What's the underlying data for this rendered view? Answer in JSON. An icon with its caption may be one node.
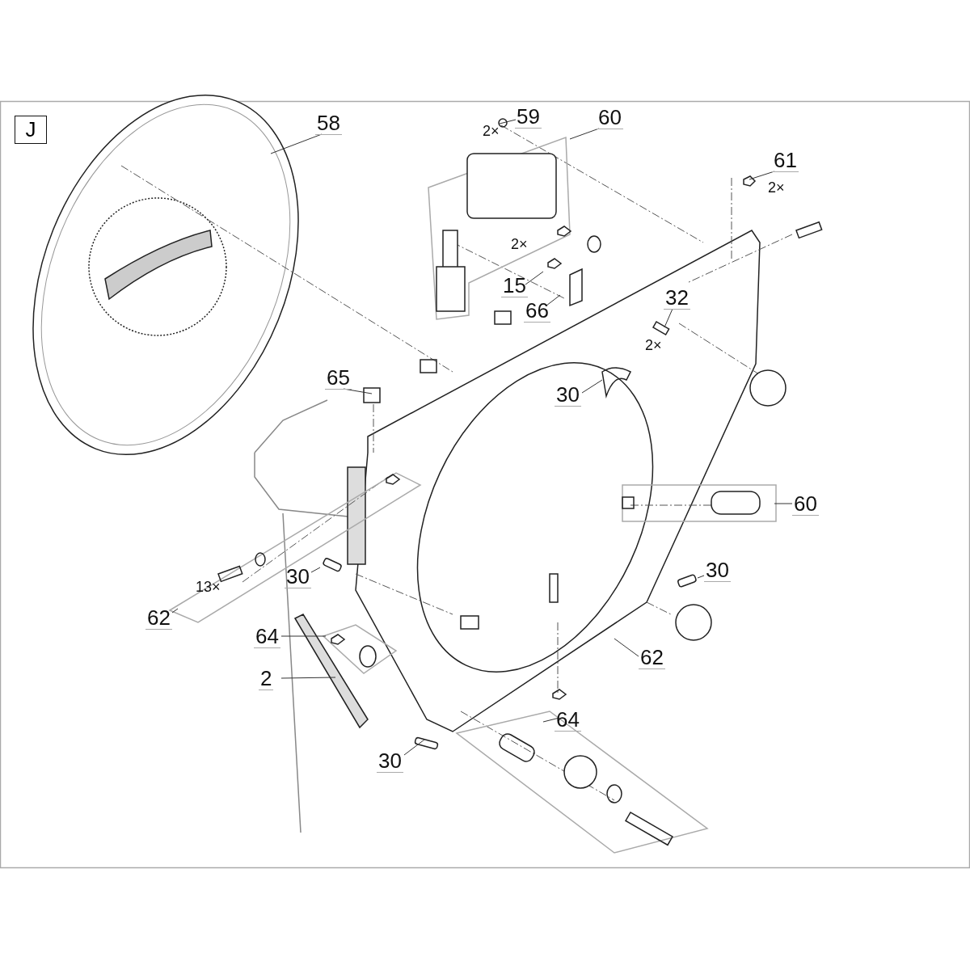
{
  "diagram": {
    "nodes": [
      {
        "text": [
          "J"
        ]
      },
      {
        "text": [
          "58"
        ]
      },
      {
        "text": [
          "59"
        ],
        "beside": [
          "2×"
        ]
      },
      {
        "text": [
          "60"
        ]
      },
      {
        "text": [
          "61"
        ],
        "beside": [
          "2×"
        ]
      },
      {
        "text": [
          "15"
        ]
      },
      {
        "text": [
          "66"
        ]
      },
      {
        "text": [
          "32"
        ],
        "beside": [
          "2×"
        ]
      },
      {
        "text": [
          "65"
        ]
      },
      {
        "text": [
          "30"
        ]
      },
      {
        "text": [
          "60"
        ]
      },
      {
        "text": [
          "30"
        ]
      },
      {
        "text": [
          "30"
        ]
      },
      {
        "text": [
          "62"
        ]
      },
      {
        "text": [
          "64"
        ]
      },
      {
        "text": [
          "2"
        ]
      },
      {
        "text": [
          "62"
        ]
      },
      {
        "text": [
          "64"
        ]
      },
      {
        "text": [
          "30"
        ]
      }
    ],
    "edges": [
      {
        "from": 1,
        "to": null,
        "arrow": "none"
      },
      {
        "from": 2,
        "to": null,
        "arrow": "none"
      },
      {
        "from": 3,
        "to": null,
        "arrow": "none"
      },
      {
        "from": 4,
        "to": null,
        "arrow": "none"
      },
      {
        "from": 5,
        "to": null,
        "arrow": "none"
      },
      {
        "from": 6,
        "to": null,
        "arrow": "none"
      },
      {
        "from": 7,
        "to": null,
        "arrow": "none"
      },
      {
        "from": 8,
        "to": null,
        "arrow": "none"
      },
      {
        "from": 9,
        "to": null,
        "arrow": "none"
      },
      {
        "from": 10,
        "to": null,
        "arrow": "none"
      },
      {
        "from": 11,
        "to": null,
        "arrow": "none"
      },
      {
        "from": 12,
        "to": null,
        "arrow": "none"
      },
      {
        "from": 13,
        "to": null,
        "arrow": "none"
      },
      {
        "from": 14,
        "to": null,
        "arrow": "none"
      },
      {
        "from": 15,
        "to": null,
        "arrow": "none"
      },
      {
        "from": 16,
        "to": null,
        "arrow": "none"
      },
      {
        "from": 17,
        "to": null,
        "arrow": "none"
      },
      {
        "from": 18,
        "to": null,
        "arrow": "none"
      }
    ],
    "labels": [
      "2×",
      "13×"
    ]
  }
}
